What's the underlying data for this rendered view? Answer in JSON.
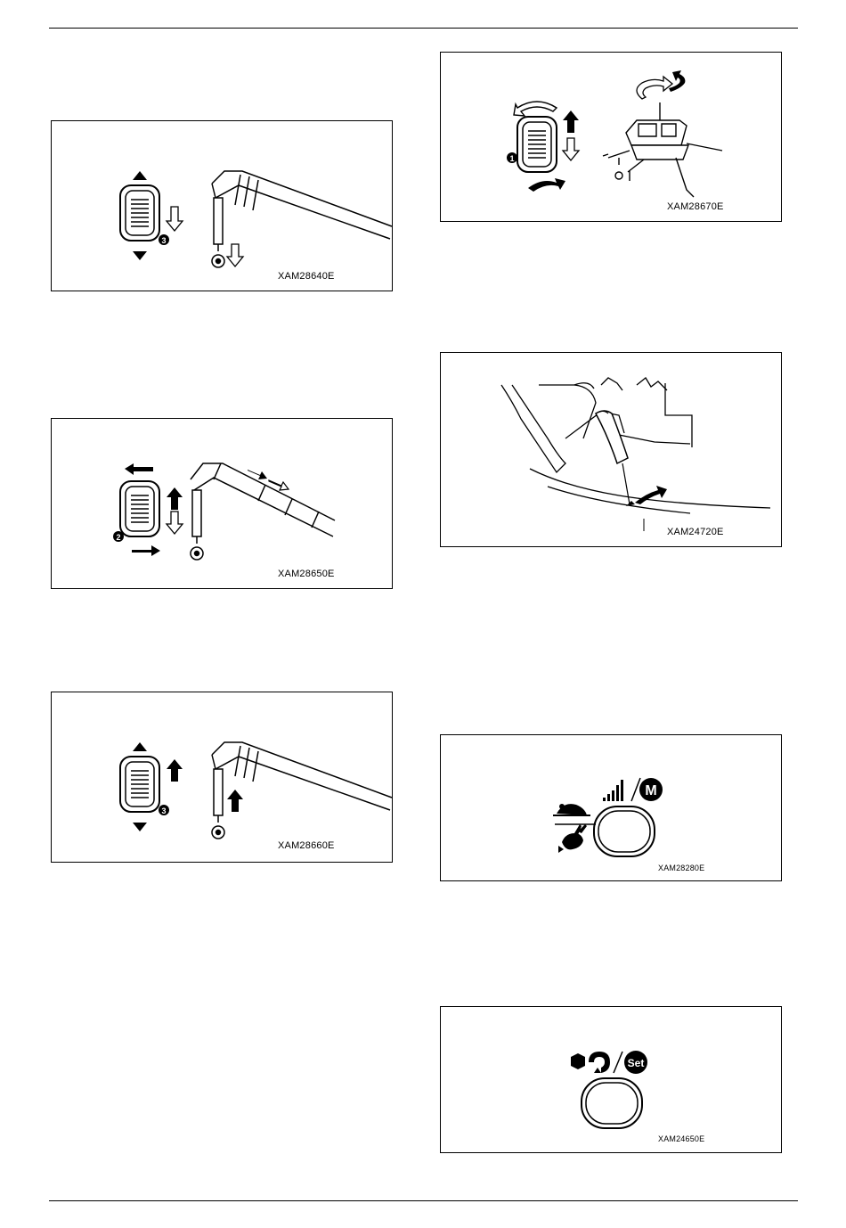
{
  "figures": {
    "fig1": {
      "code": "XAM28640E"
    },
    "fig2": {
      "code": "XAM28650E"
    },
    "fig3": {
      "code": "XAM28660E"
    },
    "fig4": {
      "code": "XAM28670E"
    },
    "fig5": {
      "code": "XAM24720E"
    },
    "fig6": {
      "code": "XAM28280E"
    },
    "fig7": {
      "code": "XAM24650E"
    }
  },
  "badges": {
    "one": "1",
    "two": "2",
    "three": "3"
  },
  "icons": {
    "m_mode": "M",
    "set_mode": "Set"
  }
}
